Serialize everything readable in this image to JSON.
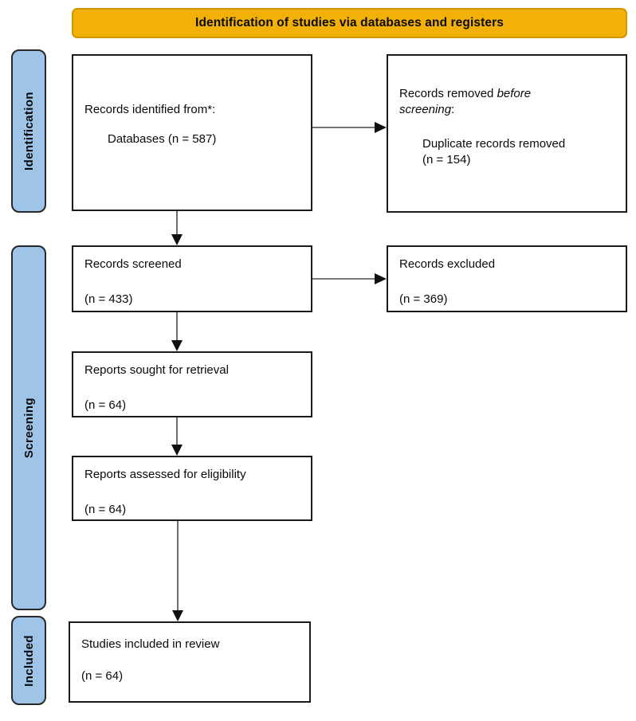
{
  "title": {
    "label": "Identification of studies via databases and registers"
  },
  "colors": {
    "banner_bg": "#F2B108",
    "banner_border": "#D29600",
    "stage_bg": "#9EC4E8",
    "stage_border": "#26282A",
    "box_border": "#1B1B1B",
    "arrow_line": "#4A4A4A",
    "arrow_head": "#101010"
  },
  "sidebar": {
    "stages": [
      {
        "label": "Identification"
      },
      {
        "label": "Screening"
      },
      {
        "label": "Included"
      }
    ]
  },
  "boxes": {
    "identified": {
      "line1": "Records identified from*:",
      "line2": "Databases (n = 587)"
    },
    "removed": {
      "line1_pre": "Records removed ",
      "line1_italic": "before screening",
      "line1_post": ":",
      "line2": "Duplicate records removed",
      "line3": "(n = 154)"
    },
    "screened": {
      "line1": "Records screened",
      "line2": "(n = 433)"
    },
    "excluded": {
      "line1": "Records excluded",
      "line2": "(n = 369)"
    },
    "sought": {
      "line1": "Reports sought for retrieval",
      "line2": "(n = 64)"
    },
    "assessed": {
      "line1": "Reports assessed for eligibility",
      "line2": "(n = 64)"
    },
    "included": {
      "line1": "Studies included in review",
      "line2": "(n = 64)"
    }
  }
}
